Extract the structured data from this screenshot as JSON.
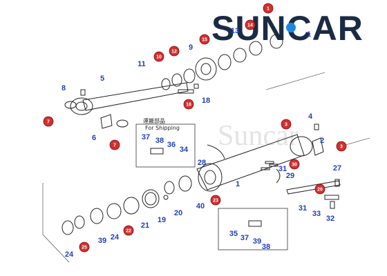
{
  "brand": {
    "text": "SUNCAR",
    "colors": {
      "text": "#1a2b45",
      "accent": "#1e88e5"
    },
    "watermark": "Suncar"
  },
  "note": {
    "title_jp": "運搬部品",
    "title_en": "For Shipping"
  },
  "colors": {
    "label_blue": "#1f3fb8",
    "badge_red": "#d32f2f",
    "line": "#222222"
  },
  "labels": [
    {
      "id": "1",
      "badge": false
    },
    {
      "id": "1",
      "badge": false
    },
    {
      "id": "1",
      "badge": true
    },
    {
      "id": "2",
      "badge": false
    },
    {
      "id": "3",
      "badge": true
    },
    {
      "id": "3",
      "badge": true
    },
    {
      "id": "4",
      "badge": false
    },
    {
      "id": "5",
      "badge": false
    },
    {
      "id": "6",
      "badge": false
    },
    {
      "id": "7",
      "badge": true
    },
    {
      "id": "7",
      "badge": true
    },
    {
      "id": "8",
      "badge": false
    },
    {
      "id": "9",
      "badge": false
    },
    {
      "id": "10",
      "badge": true
    },
    {
      "id": "11",
      "badge": false
    },
    {
      "id": "12",
      "badge": true
    },
    {
      "id": "13",
      "badge": false
    },
    {
      "id": "14",
      "badge": true
    },
    {
      "id": "15",
      "badge": true
    },
    {
      "id": "16",
      "badge": true
    },
    {
      "id": "18",
      "badge": false
    },
    {
      "id": "19",
      "badge": false
    },
    {
      "id": "20",
      "badge": false
    },
    {
      "id": "21",
      "badge": false
    },
    {
      "id": "22",
      "badge": true
    },
    {
      "id": "23",
      "badge": true
    },
    {
      "id": "24",
      "badge": false
    },
    {
      "id": "24",
      "badge": false
    },
    {
      "id": "25",
      "badge": true
    },
    {
      "id": "26",
      "badge": true
    },
    {
      "id": "27",
      "badge": false
    },
    {
      "id": "28",
      "badge": false
    },
    {
      "id": "29",
      "badge": false
    },
    {
      "id": "30",
      "badge": true
    },
    {
      "id": "31",
      "badge": false
    },
    {
      "id": "31",
      "badge": false
    },
    {
      "id": "32",
      "badge": false
    },
    {
      "id": "33",
      "badge": false
    },
    {
      "id": "34",
      "badge": false
    },
    {
      "id": "35",
      "badge": false
    },
    {
      "id": "36",
      "badge": false
    },
    {
      "id": "37",
      "badge": false
    },
    {
      "id": "37",
      "badge": false
    },
    {
      "id": "38",
      "badge": false
    },
    {
      "id": "38",
      "badge": false
    },
    {
      "id": "39",
      "badge": false
    },
    {
      "id": "39",
      "badge": false
    },
    {
      "id": "40",
      "badge": false
    },
    {
      "id": "40",
      "badge": false
    },
    {
      "id": "22",
      "badge": true
    },
    {
      "id": "23",
      "badge": true
    }
  ]
}
